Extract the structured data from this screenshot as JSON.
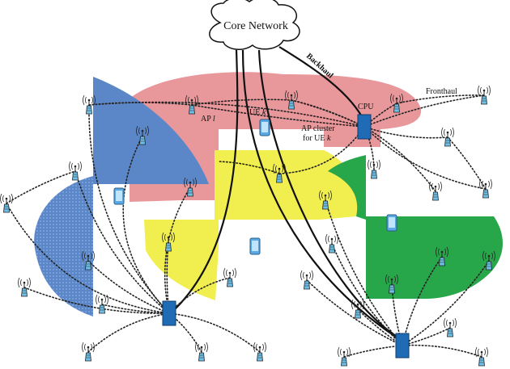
{
  "labels": {
    "core_network": "Core Network",
    "backhaul": "Backhaul",
    "fronthaul": "Fronthaul",
    "cpu": "CPU",
    "ap": "AP",
    "ap_index": "l",
    "ue": "UE",
    "ue_index": "k",
    "ap_cluster_line1": "AP cluster",
    "ap_cluster_line2": "for UE",
    "ap_cluster_index": "k"
  },
  "colors": {
    "red_region": "#e8979b",
    "blue_region": "#5b87c9",
    "yellow_region": "#f1ee4f",
    "green_region": "#27a64a",
    "cpu_node": "#1f6bb5",
    "ue_device": "#5aa9e6",
    "ap_body": "#6ec0e8",
    "link": "#222222"
  }
}
